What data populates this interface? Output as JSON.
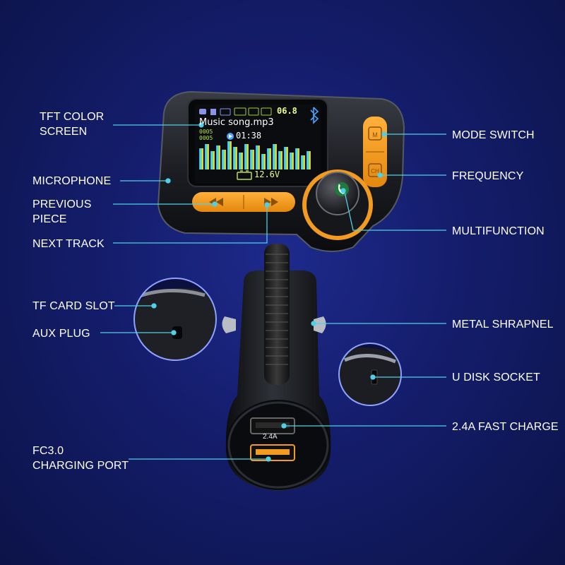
{
  "labels": {
    "tft_screen": [
      "TFT COLOR",
      "SCREEN"
    ],
    "microphone": "MICROPHONE",
    "previous_piece": [
      "PREVIOUS",
      "PIECE"
    ],
    "next_track": "NEXT TRACK",
    "tf_card_slot": "TF CARD SLOT",
    "aux_plug": "AUX PLUG",
    "fc30_port": [
      "FC3.0",
      "CHARGING PORT"
    ],
    "mode_switch": "MODE SWITCH",
    "frequency": "FREQUENCY",
    "multifunction": "MULTIFUNCTION",
    "metal_shrapnel": "METAL SHRAPNEL",
    "u_disk_socket": "U DISK SOCKET",
    "fast_charge": "2.4A FAST CHARGE"
  },
  "screen": {
    "frequency_readout": "06.8",
    "song_title": "Music song.mp3",
    "track_counter_1": "0005",
    "track_counter_2": "0005",
    "elapsed_time": "01:38",
    "voltage": "12.6V"
  },
  "device": {
    "usb_port_rating": "2.4A"
  },
  "colors": {
    "background": "#141d6b",
    "accent_orange": "#f39a21",
    "callout_line": "#4fd0e6",
    "screen_green": "#b8e04a"
  },
  "icons": [
    "bluetooth-icon",
    "phone-icon",
    "previous-track-icon",
    "next-track-icon",
    "mode-icon",
    "ch-icon",
    "battery-icon",
    "play-icon"
  ]
}
